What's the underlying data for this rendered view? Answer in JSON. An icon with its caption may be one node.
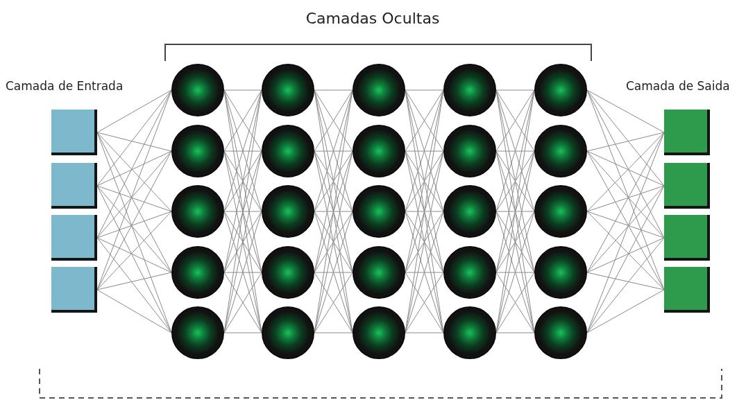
{
  "diagram": {
    "nodes": [
      {
        "text": [],
        "shape": "box"
      },
      {
        "text": [],
        "shape": "box"
      },
      {
        "text": [],
        "shape": "box"
      },
      {
        "text": [],
        "shape": "box"
      },
      {
        "text": [],
        "shape": "circle"
      },
      {
        "text": [],
        "shape": "circle"
      },
      {
        "text": [],
        "shape": "circle"
      },
      {
        "text": [],
        "shape": "circle"
      },
      {
        "text": [],
        "shape": "circle"
      },
      {
        "text": [],
        "shape": "circle"
      },
      {
        "text": [],
        "shape": "circle"
      },
      {
        "text": [],
        "shape": "circle"
      },
      {
        "text": [],
        "shape": "circle"
      },
      {
        "text": [],
        "shape": "circle"
      },
      {
        "text": [],
        "shape": "circle"
      },
      {
        "text": [],
        "shape": "circle"
      },
      {
        "text": [],
        "shape": "circle"
      },
      {
        "text": [],
        "shape": "circle"
      },
      {
        "text": [],
        "shape": "circle"
      },
      {
        "text": [],
        "shape": "circle"
      },
      {
        "text": [],
        "shape": "circle"
      },
      {
        "text": [],
        "shape": "circle"
      },
      {
        "text": [],
        "shape": "circle"
      },
      {
        "text": [],
        "shape": "circle"
      },
      {
        "text": [],
        "shape": "circle"
      },
      {
        "text": [],
        "shape": "circle"
      },
      {
        "text": [],
        "shape": "circle"
      },
      {
        "text": [],
        "shape": "circle"
      },
      {
        "text": [],
        "shape": "circle"
      },
      {
        "text": [],
        "shape": "box"
      },
      {
        "text": [],
        "shape": "box"
      },
      {
        "text": [],
        "shape": "box"
      },
      {
        "text": [],
        "shape": "box"
      }
    ],
    "edges": [
      {
        "from": 0,
        "to": 4,
        "arrow": "none"
      },
      {
        "from": 0,
        "to": 5,
        "arrow": "none"
      },
      {
        "from": 0,
        "to": 6,
        "arrow": "none"
      },
      {
        "from": 0,
        "to": 7,
        "arrow": "none"
      },
      {
        "from": 0,
        "to": 8,
        "arrow": "none"
      },
      {
        "from": 1,
        "to": 4,
        "arrow": "none"
      },
      {
        "from": 1,
        "to": 5,
        "arrow": "none"
      },
      {
        "from": 1,
        "to": 6,
        "arrow": "none"
      },
      {
        "from": 1,
        "to": 7,
        "arrow": "none"
      },
      {
        "from": 1,
        "to": 8,
        "arrow": "none"
      },
      {
        "from": 2,
        "to": 4,
        "arrow": "none"
      },
      {
        "from": 2,
        "to": 5,
        "arrow": "none"
      },
      {
        "from": 2,
        "to": 6,
        "arrow": "none"
      },
      {
        "from": 2,
        "to": 7,
        "arrow": "none"
      },
      {
        "from": 2,
        "to": 8,
        "arrow": "none"
      },
      {
        "from": 3,
        "to": 4,
        "arrow": "none"
      },
      {
        "from": 3,
        "to": 5,
        "arrow": "none"
      },
      {
        "from": 3,
        "to": 6,
        "arrow": "none"
      },
      {
        "from": 3,
        "to": 7,
        "arrow": "none"
      },
      {
        "from": 3,
        "to": 8,
        "arrow": "none"
      },
      {
        "from": 4,
        "to": 9,
        "arrow": "none"
      },
      {
        "from": 4,
        "to": 10,
        "arrow": "none"
      },
      {
        "from": 4,
        "to": 11,
        "arrow": "none"
      },
      {
        "from": 4,
        "to": 12,
        "arrow": "none"
      },
      {
        "from": 4,
        "to": 13,
        "arrow": "none"
      },
      {
        "from": 5,
        "to": 9,
        "arrow": "none"
      },
      {
        "from": 5,
        "to": 10,
        "arrow": "none"
      },
      {
        "from": 5,
        "to": 11,
        "arrow": "none"
      },
      {
        "from": 5,
        "to": 12,
        "arrow": "none"
      },
      {
        "from": 5,
        "to": 13,
        "arrow": "none"
      },
      {
        "from": 6,
        "to": 9,
        "arrow": "none"
      },
      {
        "from": 6,
        "to": 10,
        "arrow": "none"
      },
      {
        "from": 6,
        "to": 11,
        "arrow": "none"
      },
      {
        "from": 6,
        "to": 12,
        "arrow": "none"
      },
      {
        "from": 6,
        "to": 13,
        "arrow": "none"
      },
      {
        "from": 7,
        "to": 9,
        "arrow": "none"
      },
      {
        "from": 7,
        "to": 10,
        "arrow": "none"
      },
      {
        "from": 7,
        "to": 11,
        "arrow": "none"
      },
      {
        "from": 7,
        "to": 12,
        "arrow": "none"
      },
      {
        "from": 7,
        "to": 13,
        "arrow": "none"
      },
      {
        "from": 8,
        "to": 9,
        "arrow": "none"
      },
      {
        "from": 8,
        "to": 10,
        "arrow": "none"
      },
      {
        "from": 8,
        "to": 11,
        "arrow": "none"
      },
      {
        "from": 8,
        "to": 12,
        "arrow": "none"
      },
      {
        "from": 8,
        "to": 13,
        "arrow": "none"
      },
      {
        "from": 9,
        "to": 14,
        "arrow": "none"
      },
      {
        "from": 9,
        "to": 15,
        "arrow": "none"
      },
      {
        "from": 9,
        "to": 16,
        "arrow": "none"
      },
      {
        "from": 9,
        "to": 17,
        "arrow": "none"
      },
      {
        "from": 9,
        "to": 18,
        "arrow": "none"
      },
      {
        "from": 10,
        "to": 14,
        "arrow": "none"
      },
      {
        "from": 10,
        "to": 15,
        "arrow": "none"
      },
      {
        "from": 10,
        "to": 16,
        "arrow": "none"
      },
      {
        "from": 10,
        "to": 17,
        "arrow": "none"
      },
      {
        "from": 10,
        "to": 18,
        "arrow": "none"
      },
      {
        "from": 11,
        "to": 14,
        "arrow": "none"
      },
      {
        "from": 11,
        "to": 15,
        "arrow": "none"
      },
      {
        "from": 11,
        "to": 16,
        "arrow": "none"
      },
      {
        "from": 11,
        "to": 17,
        "arrow": "none"
      },
      {
        "from": 11,
        "to": 18,
        "arrow": "none"
      },
      {
        "from": 12,
        "to": 14,
        "arrow": "none"
      },
      {
        "from": 12,
        "to": 15,
        "arrow": "none"
      },
      {
        "from": 12,
        "to": 16,
        "arrow": "none"
      },
      {
        "from": 12,
        "to": 17,
        "arrow": "none"
      },
      {
        "from": 12,
        "to": 18,
        "arrow": "none"
      },
      {
        "from": 13,
        "to": 14,
        "arrow": "none"
      },
      {
        "from": 13,
        "to": 15,
        "arrow": "none"
      },
      {
        "from": 13,
        "to": 16,
        "arrow": "none"
      },
      {
        "from": 13,
        "to": 17,
        "arrow": "none"
      },
      {
        "from": 13,
        "to": 18,
        "arrow": "none"
      },
      {
        "from": 14,
        "to": 19,
        "arrow": "none"
      },
      {
        "from": 14,
        "to": 20,
        "arrow": "none"
      },
      {
        "from": 14,
        "to": 21,
        "arrow": "none"
      },
      {
        "from": 14,
        "to": 22,
        "arrow": "none"
      },
      {
        "from": 14,
        "to": 23,
        "arrow": "none"
      },
      {
        "from": 15,
        "to": 19,
        "arrow": "none"
      },
      {
        "from": 15,
        "to": 20,
        "arrow": "none"
      },
      {
        "from": 15,
        "to": 21,
        "arrow": "none"
      },
      {
        "from": 15,
        "to": 22,
        "arrow": "none"
      },
      {
        "from": 15,
        "to": 23,
        "arrow": "none"
      },
      {
        "from": 16,
        "to": 19,
        "arrow": "none"
      },
      {
        "from": 16,
        "to": 20,
        "arrow": "none"
      },
      {
        "from": 16,
        "to": 21,
        "arrow": "none"
      },
      {
        "from": 16,
        "to": 22,
        "arrow": "none"
      },
      {
        "from": 16,
        "to": 23,
        "arrow": "none"
      },
      {
        "from": 17,
        "to": 19,
        "arrow": "none"
      },
      {
        "from": 17,
        "to": 20,
        "arrow": "none"
      },
      {
        "from": 17,
        "to": 21,
        "arrow": "none"
      },
      {
        "from": 17,
        "to": 22,
        "arrow": "none"
      },
      {
        "from": 17,
        "to": 23,
        "arrow": "none"
      },
      {
        "from": 18,
        "to": 19,
        "arrow": "none"
      },
      {
        "from": 18,
        "to": 20,
        "arrow": "none"
      },
      {
        "from": 18,
        "to": 21,
        "arrow": "none"
      },
      {
        "from": 18,
        "to": 22,
        "arrow": "none"
      },
      {
        "from": 18,
        "to": 23,
        "arrow": "none"
      },
      {
        "from": 19,
        "to": 24,
        "arrow": "none"
      },
      {
        "from": 19,
        "to": 25,
        "arrow": "none"
      },
      {
        "from": 19,
        "to": 26,
        "arrow": "none"
      },
      {
        "from": 19,
        "to": 27,
        "arrow": "none"
      },
      {
        "from": 19,
        "to": 28,
        "arrow": "none"
      },
      {
        "from": 20,
        "to": 24,
        "arrow": "none"
      },
      {
        "from": 20,
        "to": 25,
        "arrow": "none"
      },
      {
        "from": 20,
        "to": 26,
        "arrow": "none"
      },
      {
        "from": 20,
        "to": 27,
        "arrow": "none"
      },
      {
        "from": 20,
        "to": 28,
        "arrow": "none"
      },
      {
        "from": 21,
        "to": 24,
        "arrow": "none"
      },
      {
        "from": 21,
        "to": 25,
        "arrow": "none"
      },
      {
        "from": 21,
        "to": 26,
        "arrow": "none"
      },
      {
        "from": 21,
        "to": 27,
        "arrow": "none"
      },
      {
        "from": 21,
        "to": 28,
        "arrow": "none"
      },
      {
        "from": 22,
        "to": 24,
        "arrow": "none"
      },
      {
        "from": 22,
        "to": 25,
        "arrow": "none"
      },
      {
        "from": 22,
        "to": 26,
        "arrow": "none"
      },
      {
        "from": 22,
        "to": 27,
        "arrow": "none"
      },
      {
        "from": 22,
        "to": 28,
        "arrow": "none"
      },
      {
        "from": 23,
        "to": 24,
        "arrow": "none"
      },
      {
        "from": 23,
        "to": 25,
        "arrow": "none"
      },
      {
        "from": 23,
        "to": 26,
        "arrow": "none"
      },
      {
        "from": 23,
        "to": 27,
        "arrow": "none"
      },
      {
        "from": 23,
        "to": 28,
        "arrow": "none"
      },
      {
        "from": 24,
        "to": 29,
        "arrow": "none"
      },
      {
        "from": 24,
        "to": 30,
        "arrow": "none"
      },
      {
        "from": 24,
        "to": 31,
        "arrow": "none"
      },
      {
        "from": 24,
        "to": 32,
        "arrow": "none"
      },
      {
        "from": 25,
        "to": 29,
        "arrow": "none"
      },
      {
        "from": 25,
        "to": 30,
        "arrow": "none"
      },
      {
        "from": 25,
        "to": 31,
        "arrow": "none"
      },
      {
        "from": 25,
        "to": 32,
        "arrow": "none"
      },
      {
        "from": 26,
        "to": 29,
        "arrow": "none"
      },
      {
        "from": 26,
        "to": 30,
        "arrow": "none"
      },
      {
        "from": 26,
        "to": 31,
        "arrow": "none"
      },
      {
        "from": 26,
        "to": 32,
        "arrow": "none"
      },
      {
        "from": 27,
        "to": 29,
        "arrow": "none"
      },
      {
        "from": 27,
        "to": 30,
        "arrow": "none"
      },
      {
        "from": 27,
        "to": 31,
        "arrow": "none"
      },
      {
        "from": 27,
        "to": 32,
        "arrow": "none"
      },
      {
        "from": 28,
        "to": 29,
        "arrow": "none"
      },
      {
        "from": 28,
        "to": 30,
        "arrow": "none"
      },
      {
        "from": 28,
        "to": 31,
        "arrow": "none"
      },
      {
        "from": 28,
        "to": 32,
        "arrow": "none"
      }
    ],
    "labels": [
      "Camadas Ocultas",
      "Camada de Entrada",
      "Camada de Saida"
    ]
  }
}
